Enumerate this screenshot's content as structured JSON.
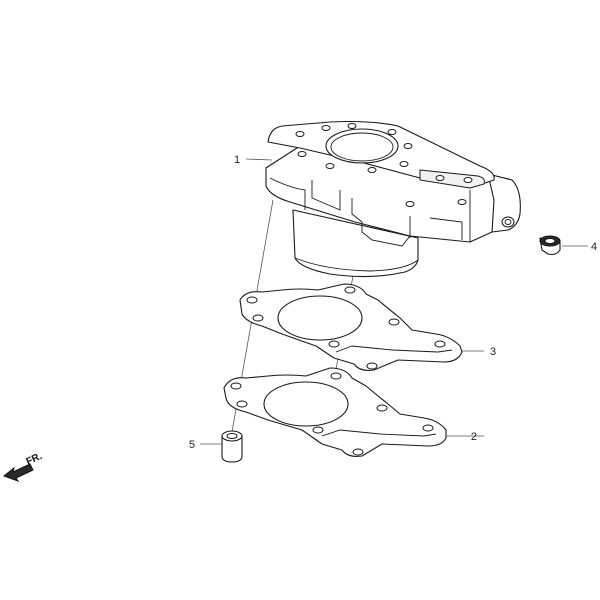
{
  "callouts": [
    {
      "id": "1",
      "label": "1"
    },
    {
      "id": "2",
      "label": "2"
    },
    {
      "id": "3",
      "label": "3"
    },
    {
      "id": "4",
      "label": "4"
    },
    {
      "id": "5",
      "label": "5"
    }
  ],
  "direction": {
    "label": "FR.",
    "icon": "front-direction-arrow-icon"
  },
  "colors": {
    "line": "#1a1a1a",
    "background": "#ffffff"
  }
}
